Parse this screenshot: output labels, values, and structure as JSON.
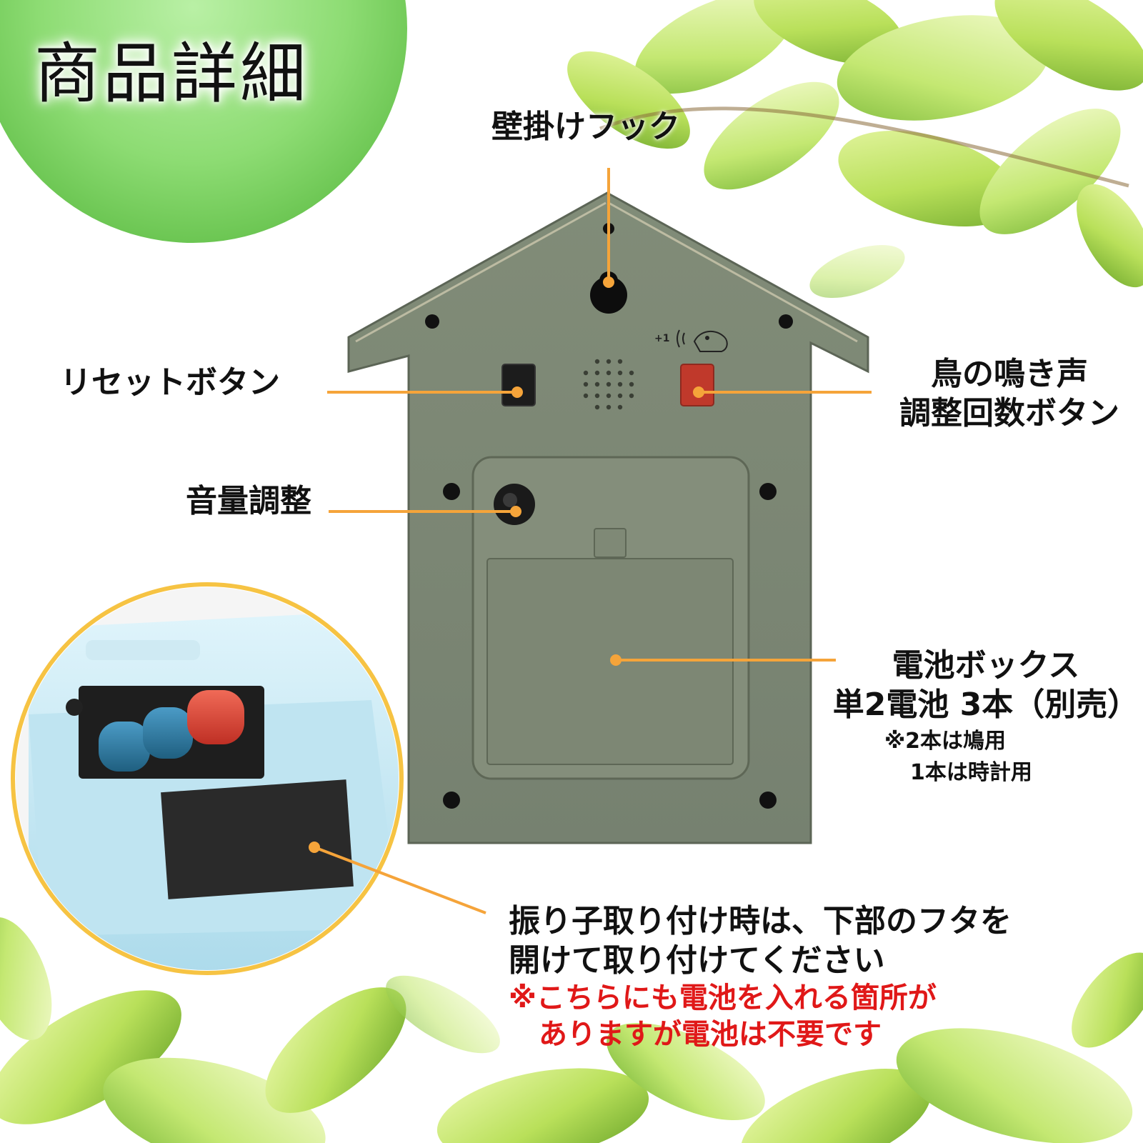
{
  "title": "商品詳細",
  "labels": {
    "hook": "壁掛けフック",
    "reset": "リセットボタン",
    "bird_line1": "鳥の鳴き声",
    "bird_line2": "調整回数ボタン",
    "volume": "音量調整",
    "battery_line1": "電池ボックス",
    "battery_line2": "単2電池 3本（別売）",
    "battery_note1": "※2本は鳩用",
    "battery_note2": "1本は時計用"
  },
  "bottom": {
    "line1": "振り子取り付け時は、下部のフタを",
    "line2": "開けて取り付けてください",
    "red_line1": "※こちらにも電池を入れる箇所が",
    "red_line2": "ありますが電池は不要です"
  },
  "panel_mark": "+1",
  "icons": [
    "leaf-icon",
    "bird-icon",
    "sound-wave-icon",
    "speaker-grille-icon",
    "keyhole-hook-icon",
    "screw-hole-icon",
    "battery-icon"
  ],
  "colors": {
    "accent_orange": "#f5a43a",
    "title_circle_green": "#7ed36a",
    "clock_body": "#7b8673",
    "bird_button_red": "#c0392b",
    "battery_blue": "#2f7fa9",
    "battery_red": "#e34a3a",
    "note_red": "#e01818",
    "zoom_ring": "#f6c343"
  }
}
